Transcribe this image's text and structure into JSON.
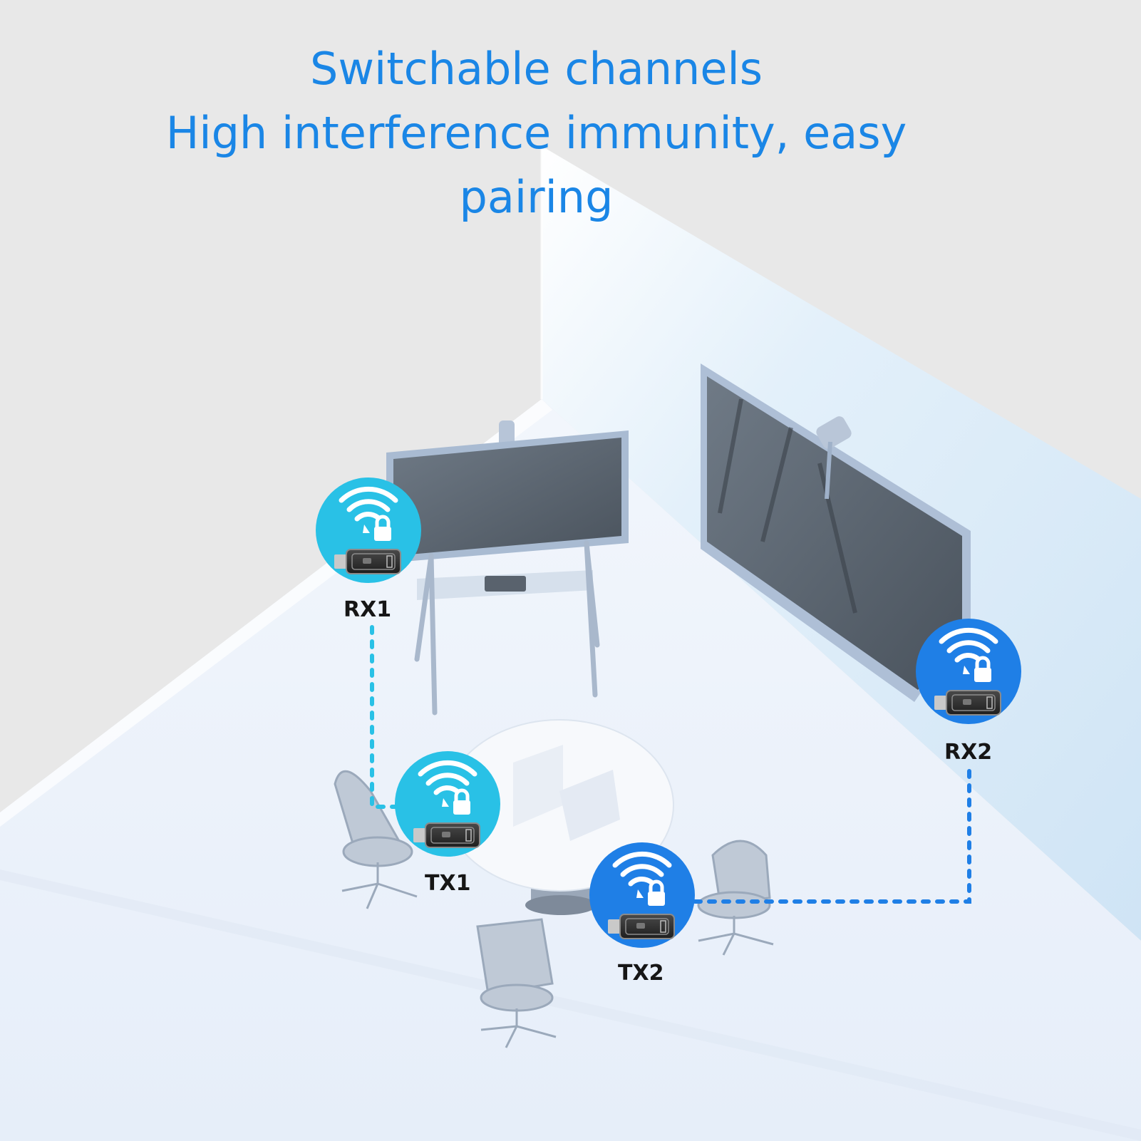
{
  "headline": {
    "line1": "Switchable channels",
    "line2": "High interference immunity, easy",
    "line3": "pairing"
  },
  "nodes": {
    "rx1": {
      "label": "RX1",
      "color": "#29c1e6"
    },
    "tx1": {
      "label": "TX1",
      "color": "#29c1e6"
    },
    "rx2": {
      "label": "RX2",
      "color": "#1f7fe6"
    },
    "tx2": {
      "label": "TX2",
      "color": "#1f7fe6"
    }
  },
  "colors": {
    "headline": "#1a86e6",
    "pair_1": "#29c1e6",
    "pair_2": "#1f7fe6",
    "floor": "#eef3fa",
    "wall": "#d9eaf7",
    "background": "#e8e8e8"
  },
  "icons": [
    "wifi-lock-icon",
    "hdmi-dongle-icon"
  ]
}
